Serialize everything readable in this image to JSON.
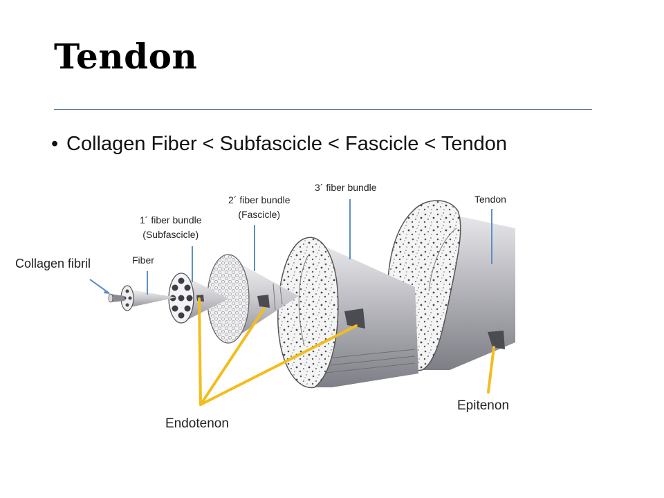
{
  "slide": {
    "title": "Tendon",
    "bullet": "Collagen Fiber < Subfascicle < Fascicle < Tendon"
  },
  "labels": {
    "collagen_fibril": "Collagen fibril",
    "fiber": "Fiber",
    "primary_bundle_line1": "1´ fiber bundle",
    "primary_bundle_line2": "(Subfascicle)",
    "secondary_bundle_line1": "2´ fiber bundle",
    "secondary_bundle_line2": "(Fascicle)",
    "tertiary_bundle": "3´ fiber bundle",
    "tendon": "Tendon",
    "endotenon": "Endotenon",
    "epitenon": "Epitenon"
  },
  "colors": {
    "pointer_blue": "#5b8fc4",
    "pointer_yellow": "#f2bd1d",
    "rule": "#4a6f98"
  }
}
